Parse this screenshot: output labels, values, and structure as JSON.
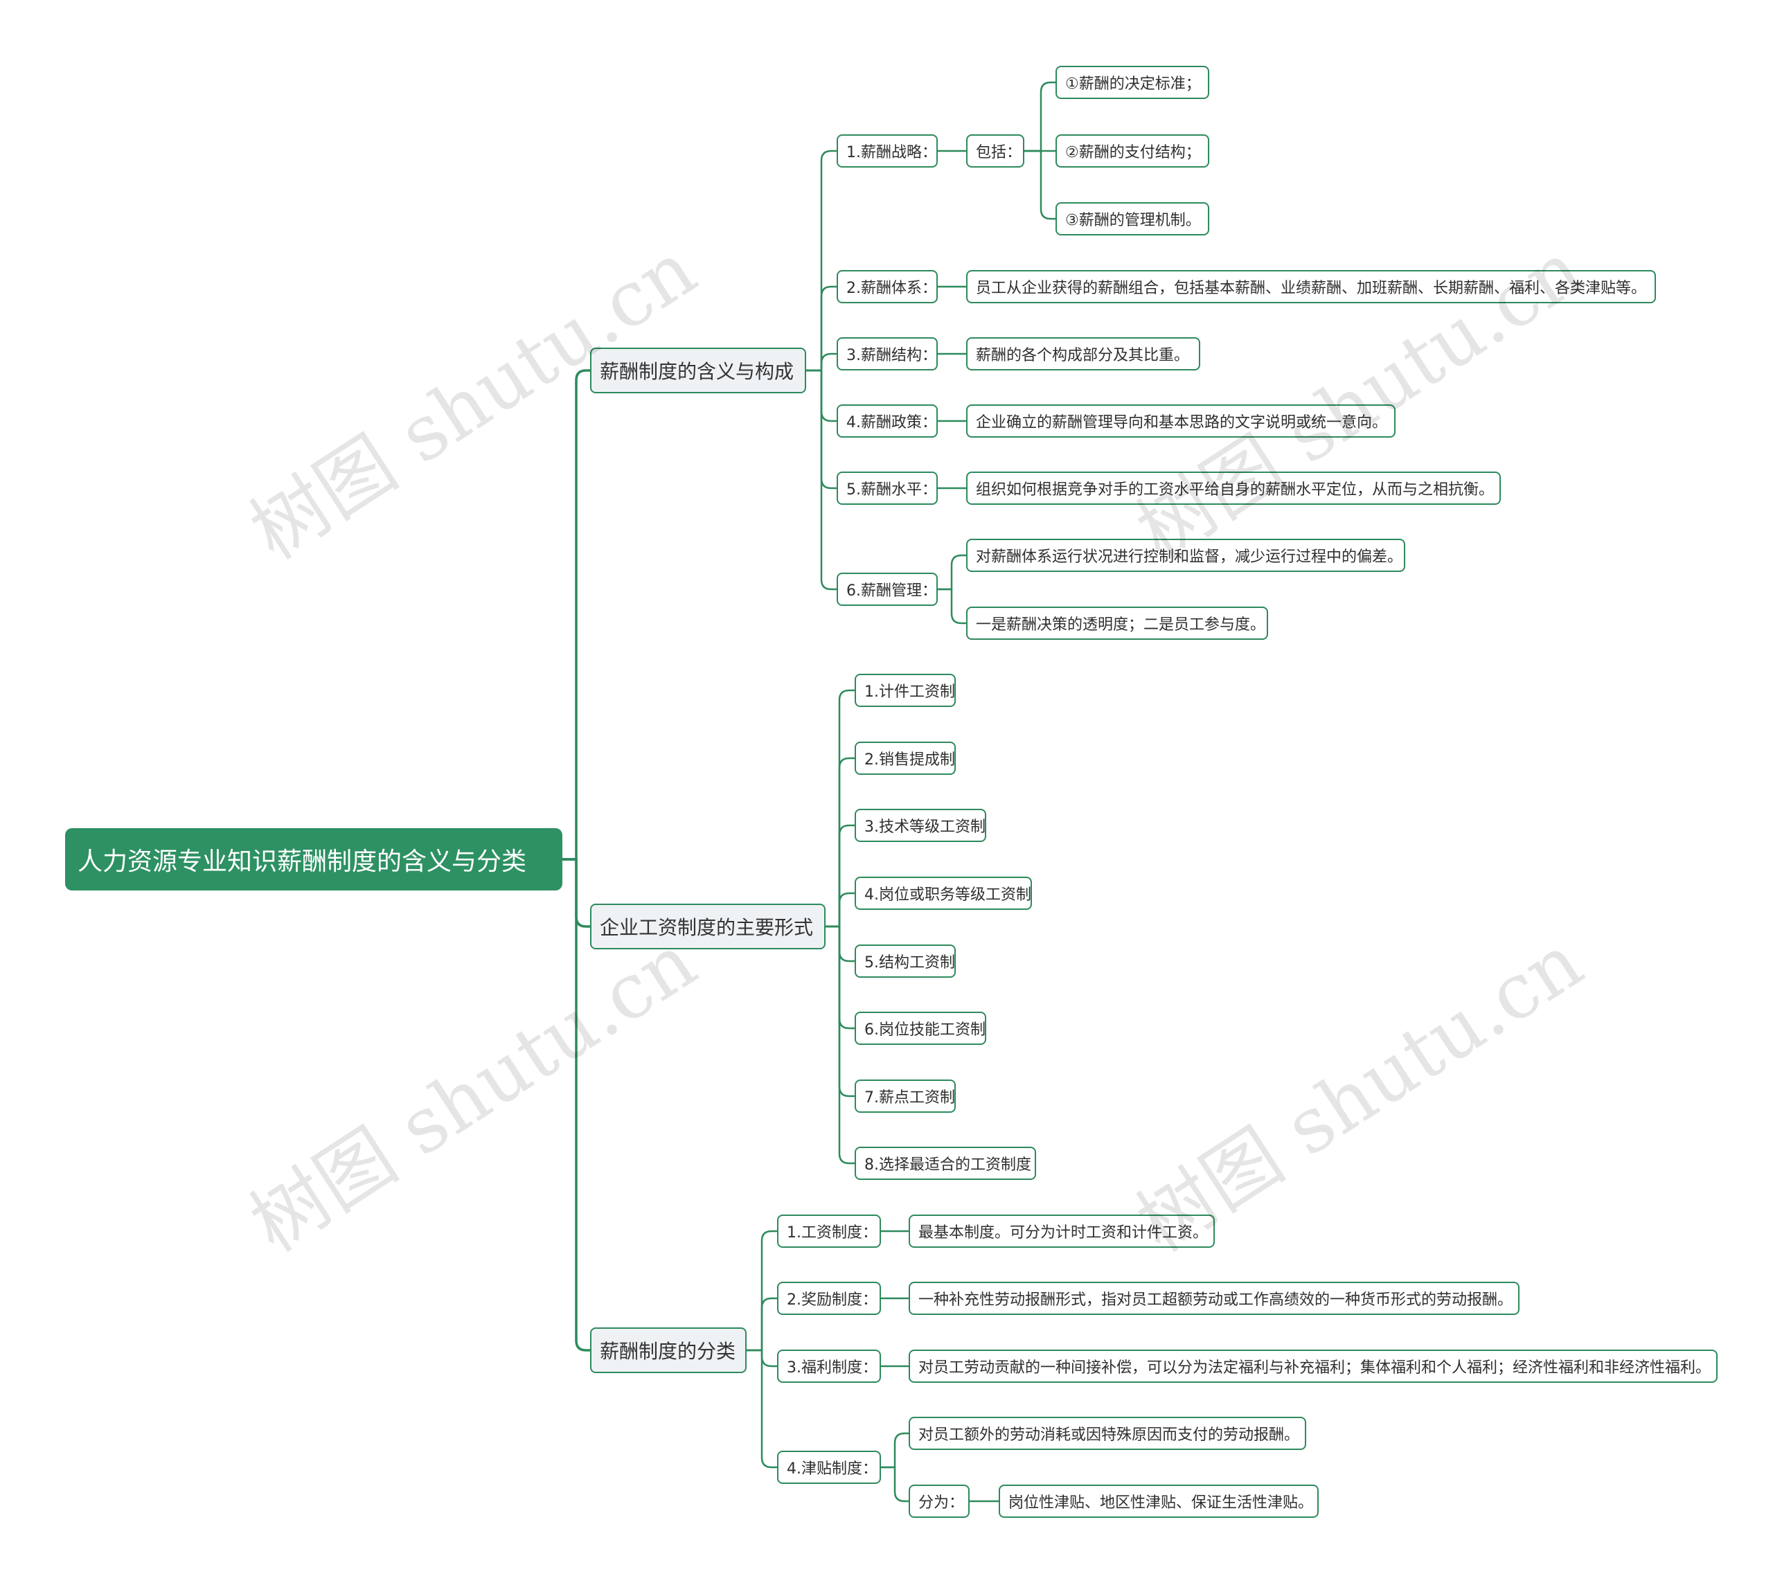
{
  "title": "人力资源专业知识薪酬制度的含义与分类",
  "branches": [
    {
      "label": "薪酬制度的含义与构成",
      "items": [
        {
          "label": "1.薪酬战略：",
          "sub": {
            "label": "包括：",
            "items": [
              "①薪酬的决定标准；",
              "②薪酬的支付结构；",
              "③薪酬的管理机制。"
            ]
          }
        },
        {
          "label": "2.薪酬体系：",
          "details": [
            "员工从企业获得的薪酬组合，包括基本薪酬、业绩薪酬、加班薪酬、长期薪酬、福利、各类津贴等。"
          ]
        },
        {
          "label": "3.薪酬结构：",
          "details": [
            "薪酬的各个构成部分及其比重。"
          ]
        },
        {
          "label": "4.薪酬政策：",
          "details": [
            "企业确立的薪酬管理导向和基本思路的文字说明或统一意向。"
          ]
        },
        {
          "label": "5.薪酬水平：",
          "details": [
            "组织如何根据竞争对手的工资水平给自身的薪酬水平定位，从而与之相抗衡。"
          ]
        },
        {
          "label": "6.薪酬管理：",
          "details": [
            "对薪酬体系运行状况进行控制和监督，减少运行过程中的偏差。",
            "一是薪酬决策的透明度；二是员工参与度。"
          ]
        }
      ]
    },
    {
      "label": "企业工资制度的主要形式",
      "items": [
        {
          "label": "1.计件工资制"
        },
        {
          "label": "2.销售提成制"
        },
        {
          "label": "3.技术等级工资制"
        },
        {
          "label": "4.岗位或职务等级工资制"
        },
        {
          "label": "5.结构工资制"
        },
        {
          "label": "6.岗位技能工资制"
        },
        {
          "label": "7.薪点工资制"
        },
        {
          "label": "8.选择最适合的工资制度"
        }
      ]
    },
    {
      "label": "薪酬制度的分类",
      "items": [
        {
          "label": "1.工资制度：",
          "details": [
            "最基本制度。可分为计时工资和计件工资。"
          ]
        },
        {
          "label": "2.奖励制度：",
          "details": [
            "一种补充性劳动报酬形式，指对员工超额劳动或工作高绩效的一种货币形式的劳动报酬。"
          ]
        },
        {
          "label": "3.福利制度：",
          "details": [
            "对员工劳动贡献的一种间接补偿，可以分为法定福利与补充福利；集体福利和个人福利；经济性福利和非经济性福利。"
          ]
        },
        {
          "label": "4.津贴制度：",
          "details": [
            "对员工额外的劳动消耗或因特殊原因而支付的劳动报酬。"
          ],
          "sub": {
            "label": "分为：",
            "items": [
              "岗位性津贴、地区性津贴、保证生活性津贴。"
            ]
          }
        }
      ]
    }
  ],
  "watermark": "树图 shutu.cn",
  "colors": {
    "line": "#2d8a5c",
    "root_fill": "#2d9163",
    "main_fill": "#eef2f4"
  }
}
